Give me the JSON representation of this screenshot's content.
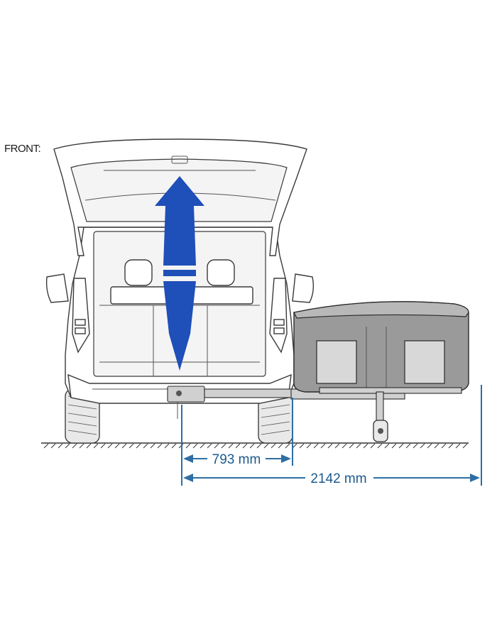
{
  "labels": {
    "front": "FRONT:"
  },
  "dimensions": {
    "short": "793 mm",
    "long": "2142 mm"
  },
  "colors": {
    "arrow_blue": "#1f4fb8",
    "dimension_blue": "#2f6ea3",
    "box_gray": "#9a9a9a"
  },
  "icons": {
    "lift_arrow": "double-headed-vertical-arrow"
  }
}
